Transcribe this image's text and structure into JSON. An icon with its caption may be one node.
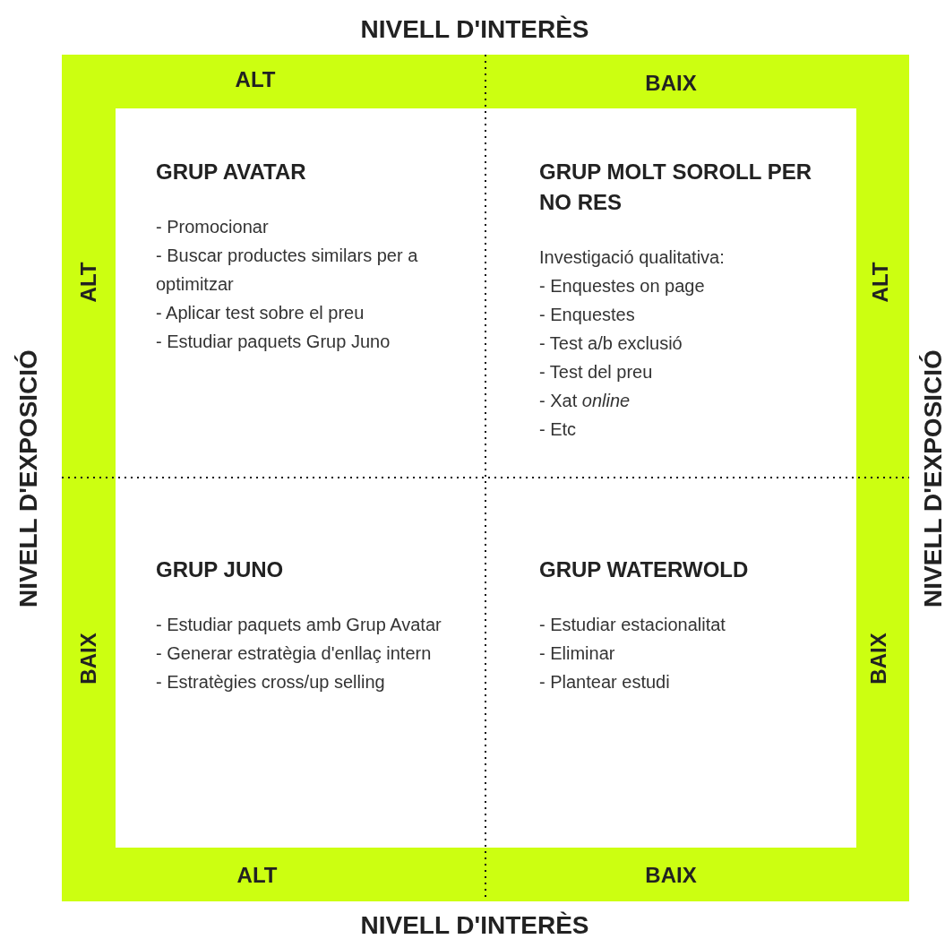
{
  "diagram": {
    "nodes": [
      {
        "text": [
          "GRUP AVATAR",
          "- Promocionar",
          "- Buscar productes similars per a optimitzar",
          "- Aplicar test sobre el preu",
          "- Estudiar paquets Grup Juno"
        ]
      },
      {
        "text": [
          "GRUP MOLT SOROLL PER NO RES",
          "Investigació qualitativa:",
          "- Enquestes on page",
          "- Enquestes",
          "- Test a/b exclusió",
          "- Test del preu",
          "- Xat *online*",
          "- Etc"
        ]
      },
      {
        "text": [
          "GRUP JUNO",
          "- Estudiar paquets amb Grup Avatar",
          "- Generar estratègia d'enllaç intern",
          "- Estratègies cross/up selling"
        ]
      },
      {
        "text": [
          "GRUP WATERWOLD",
          "- Estudiar estacionalitat",
          "- Eliminar",
          "- Plantear estudi"
        ]
      }
    ],
    "edges": [],
    "labels": [
      "NIVELL D'INTERÈS",
      "ALT",
      "BAIX",
      "ALT",
      "ALT",
      "NIVELL D'EXPOSICIÓ",
      "NIVELL D'EXPOSICIÓ",
      "BAIX",
      "BAIX",
      "ALT",
      "BAIX",
      "NIVELL D'INTERÈS"
    ]
  }
}
